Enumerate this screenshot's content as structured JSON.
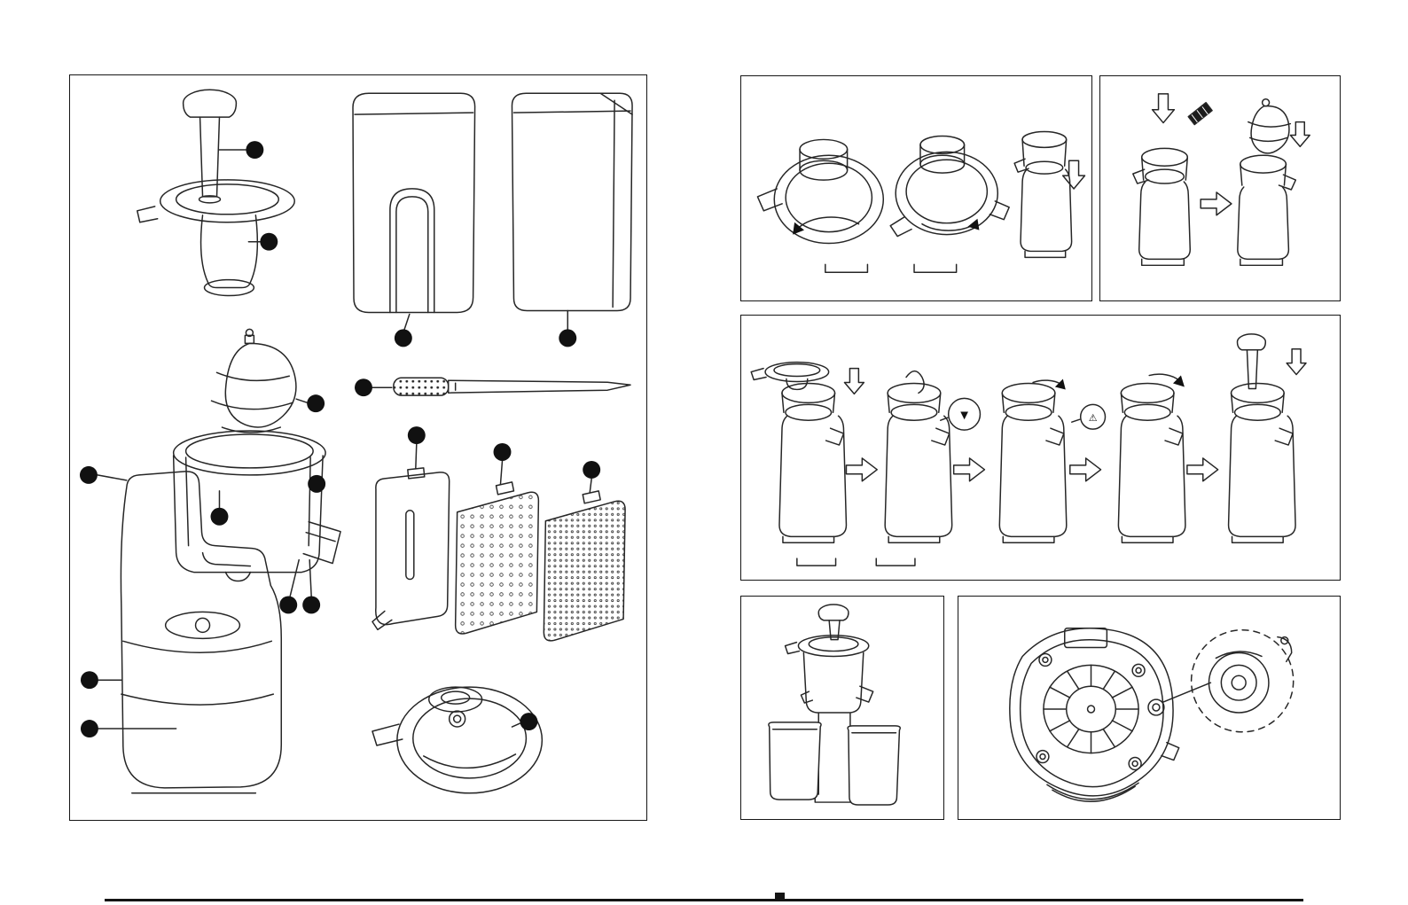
{
  "page": {
    "background_color": "#ffffff",
    "line_color": "#262626"
  },
  "icons": {
    "align_mark": "▼",
    "warning": "⚠"
  },
  "panels": [
    {
      "id": "parts-exploded"
    },
    {
      "id": "bowl-rotation-steps"
    },
    {
      "id": "scraper-auger-install"
    },
    {
      "id": "assembly-sequence"
    },
    {
      "id": "assembled-unit"
    },
    {
      "id": "base-bottom-detail"
    }
  ],
  "callouts": {
    "count": 17,
    "style": "solid black dot"
  }
}
